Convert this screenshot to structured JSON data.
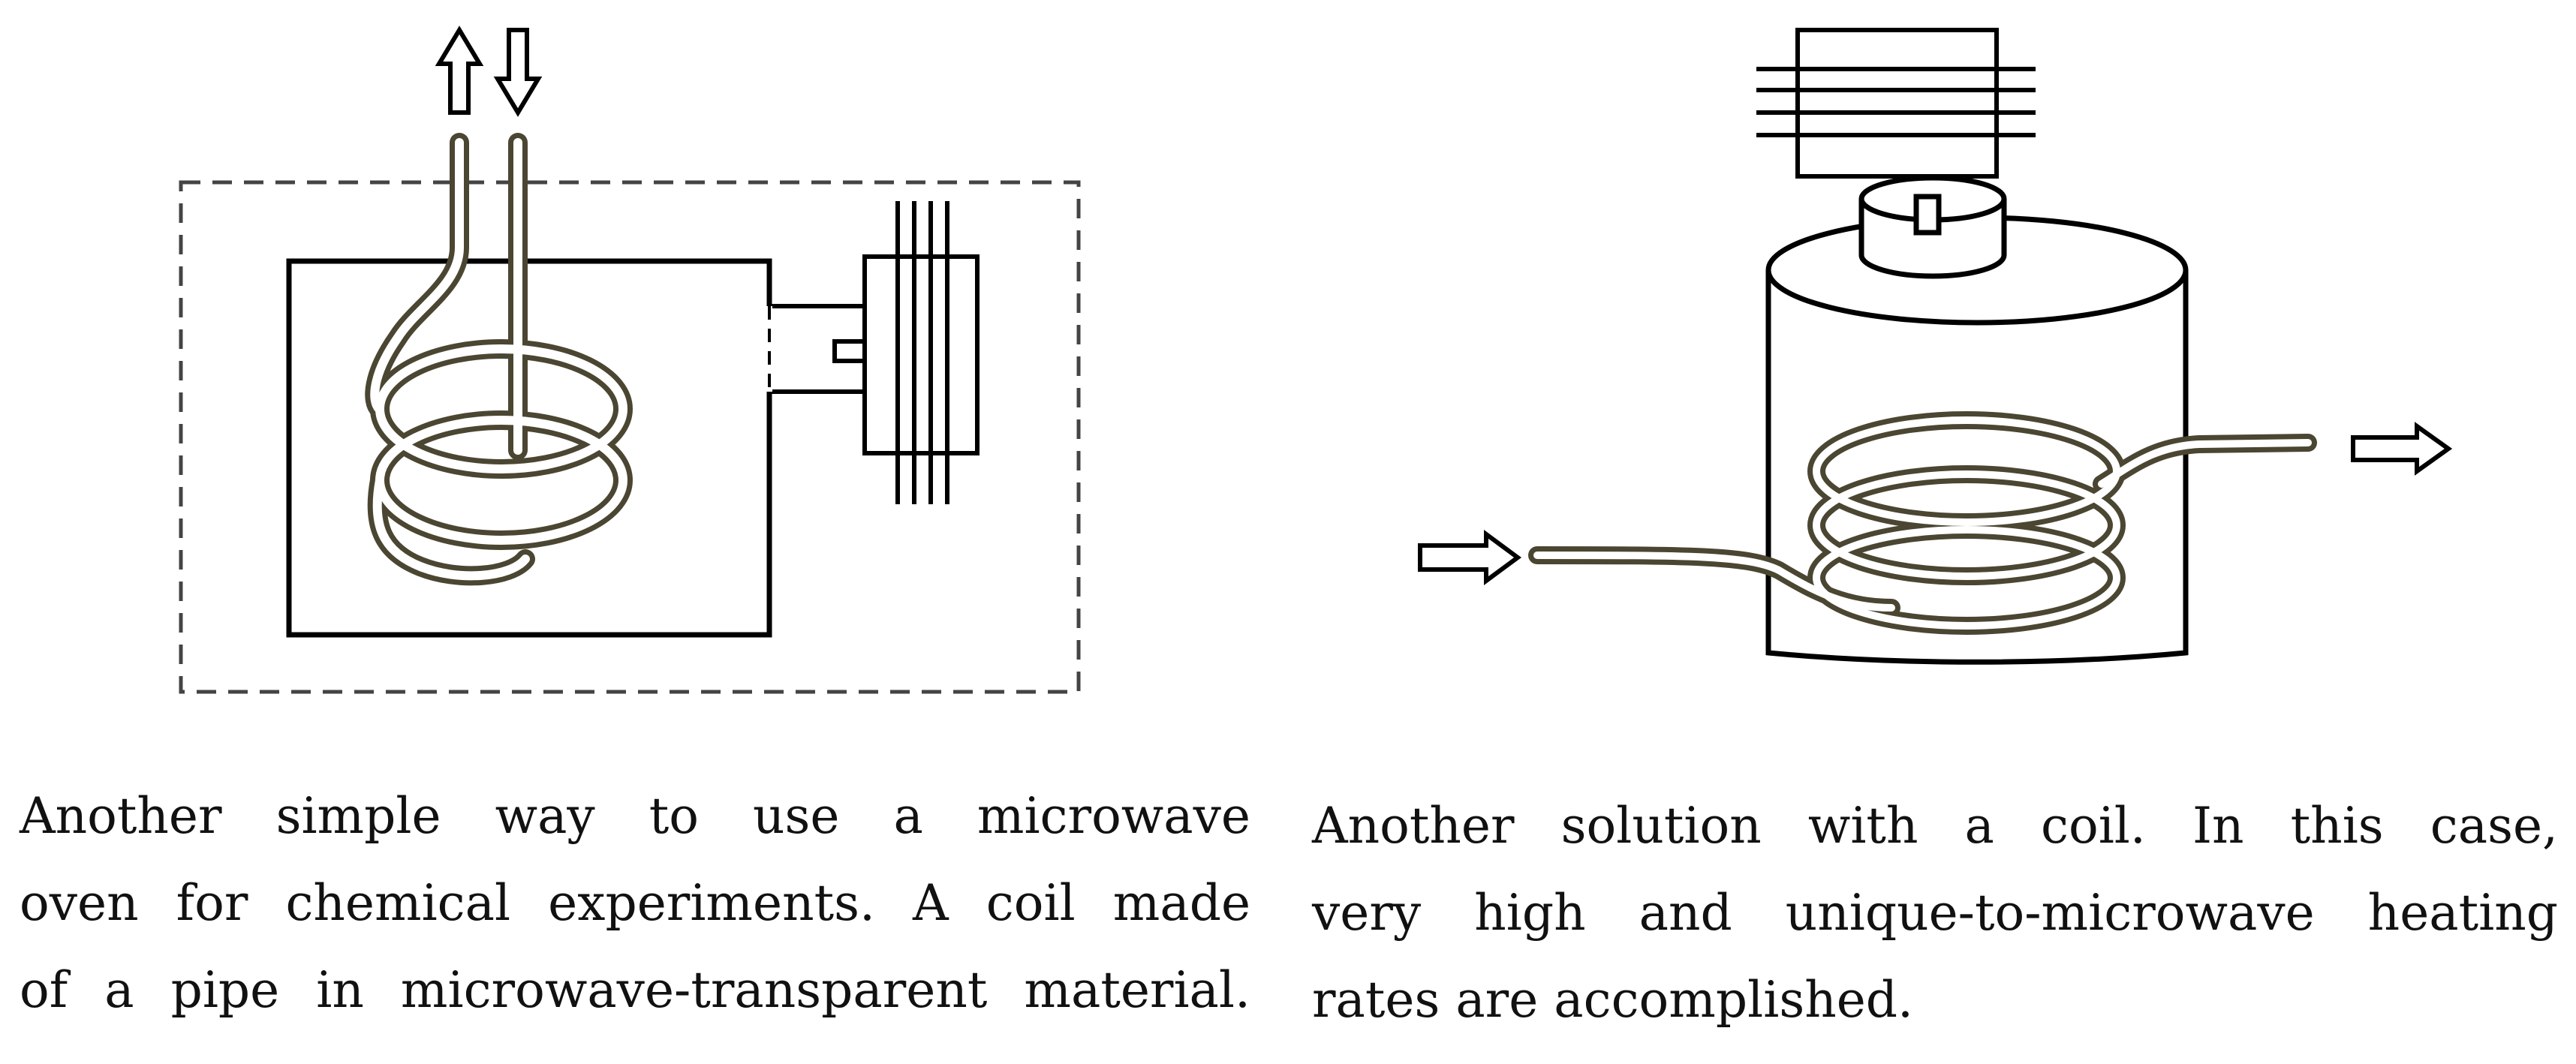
{
  "figure": {
    "left_panel": {
      "caption_lines": [
        "Another simple way to use a microwave",
        "oven for chemical experiments. A coil made",
        "of a pipe in microwave-transparent material."
      ]
    },
    "right_panel": {
      "caption_lines": [
        "Another solution with a coil. In this case,",
        "very high and unique-to-microwave heating",
        "rates are accomplished."
      ]
    },
    "colors": {
      "line": "#000000",
      "pipe_outline": "#4a4632",
      "pipe_fill": "#ffffff",
      "background": "#ffffff"
    },
    "icons": [
      "up-arrow-icon",
      "down-arrow-icon",
      "right-arrow-icon",
      "magnetron-icon"
    ]
  }
}
